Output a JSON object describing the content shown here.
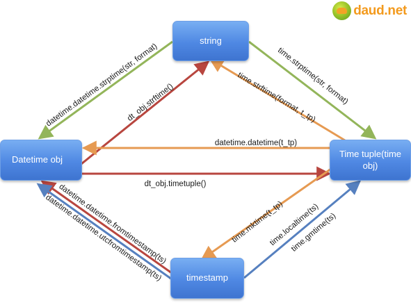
{
  "logo": {
    "text": "daud.net",
    "icon": "globe-logo-icon"
  },
  "nodes": {
    "string": "string",
    "datetime": "Datetime obj",
    "timetuple": "Time tuple(time obj)",
    "timestamp": "timestamp"
  },
  "edges": {
    "datetime_strptime": "datetime.datetime.strptime(str, format)",
    "dt_strftime": "dt_obj.strftime()",
    "time_strptime": "time.strptime(str, format)",
    "time_strftime": "time.strftime(format, t_tp)",
    "datetime_datetime": "datetime.datetime(t_tp)",
    "dt_timetuple": "dt_obj.timetuple()",
    "fromtimestamp": "datetime.datetime.fromtimestamp(ts)",
    "utcfromtimestamp": "datetime.datetime.utcfromtimestamp(ts)",
    "mktime": "time.mktime(t_tp)",
    "localtime": "time.localtime(ts)",
    "gmtime": "time.gmtime(ts)"
  },
  "colors": {
    "green": "#93b55a",
    "red": "#b8463f",
    "orange": "#e69a52",
    "blue": "#5680bf",
    "node": "#4f88e3"
  }
}
